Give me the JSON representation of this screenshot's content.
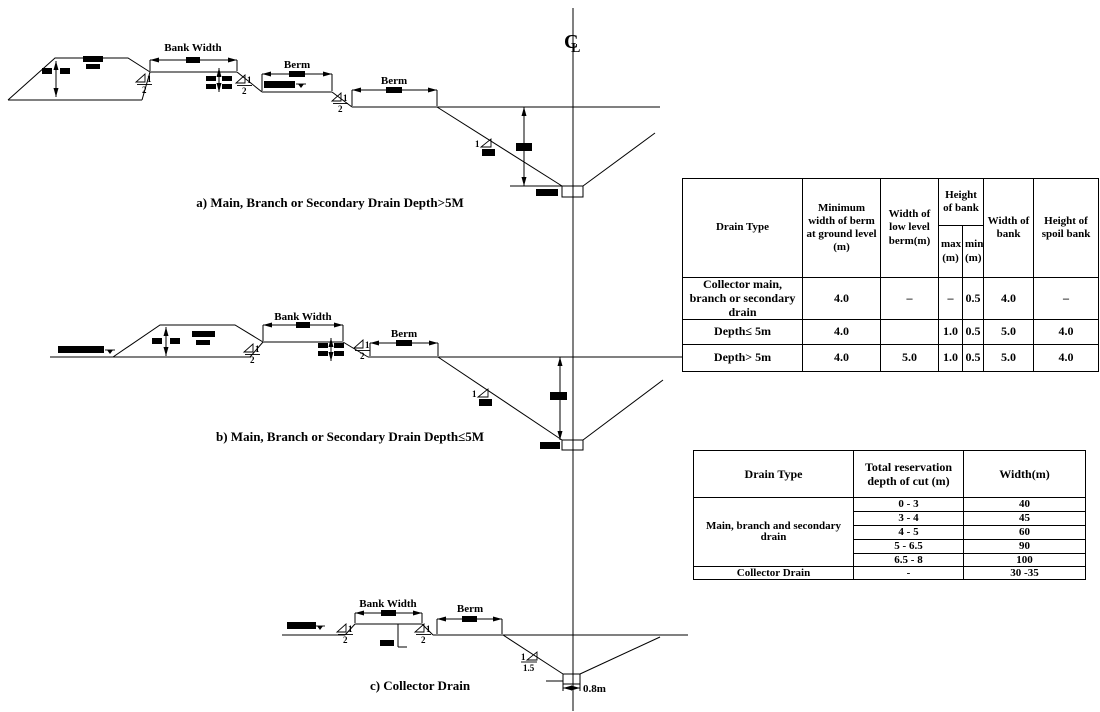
{
  "drawing": {
    "centerline_symbol": {
      "c": "C",
      "l": "L"
    },
    "labels": {
      "bank_width": "Bank Width",
      "berm": "Berm"
    },
    "slope": {
      "one": "1",
      "two": "2",
      "one_five": "1.5"
    },
    "captions": {
      "a": "a) Main, Branch or Secondary Drain Depth>5M",
      "b": "b) Main, Branch or Secondary Drain Depth≤5M",
      "c": "c) Collector Drain"
    },
    "annotations": {
      "drain_bottom_width_c": "0.8m"
    }
  },
  "table1": {
    "headers": {
      "drain_type": "Drain Type",
      "min_width_berm": "Minimum width of berm at ground level (m)",
      "width_low_level_berm": "Width of low level berm(m)",
      "height_of_bank": "Height of bank",
      "max_m": "max (m)",
      "min_m": "min (m)",
      "width_of_bank": "Width of bank",
      "height_spoil_bank": "Height of spoil bank"
    },
    "rows": [
      {
        "type": "Collector main, branch or secondary drain",
        "min_width": "4.0",
        "low_level": "–",
        "max": "–",
        "min": "0.5",
        "bank_width": "4.0",
        "spoil": "–"
      },
      {
        "type": "Depth≤ 5m",
        "min_width": "4.0",
        "low_level": "",
        "max": "1.0",
        "min": "0.5",
        "bank_width": "5.0",
        "spoil": "4.0"
      },
      {
        "type": "Depth> 5m",
        "min_width": "4.0",
        "low_level": "5.0",
        "max": "1.0",
        "min": "0.5",
        "bank_width": "5.0",
        "spoil": "4.0"
      }
    ]
  },
  "table2": {
    "headers": {
      "drain_type": "Drain Type",
      "depth_of_cut": "Total reservation depth of cut (m)",
      "width": "Width(m)"
    },
    "group_label": "Main, branch and secondary drain",
    "rows": [
      {
        "depth": "0 - 3",
        "width": "40"
      },
      {
        "depth": "3 - 4",
        "width": "45"
      },
      {
        "depth": "4 - 5",
        "width": "60"
      },
      {
        "depth": "5 - 6.5",
        "width": "90"
      },
      {
        "depth": "6.5 - 8",
        "width": "100"
      }
    ],
    "collector": {
      "label": "Collector Drain",
      "depth": "-",
      "width": "30 -35"
    }
  }
}
